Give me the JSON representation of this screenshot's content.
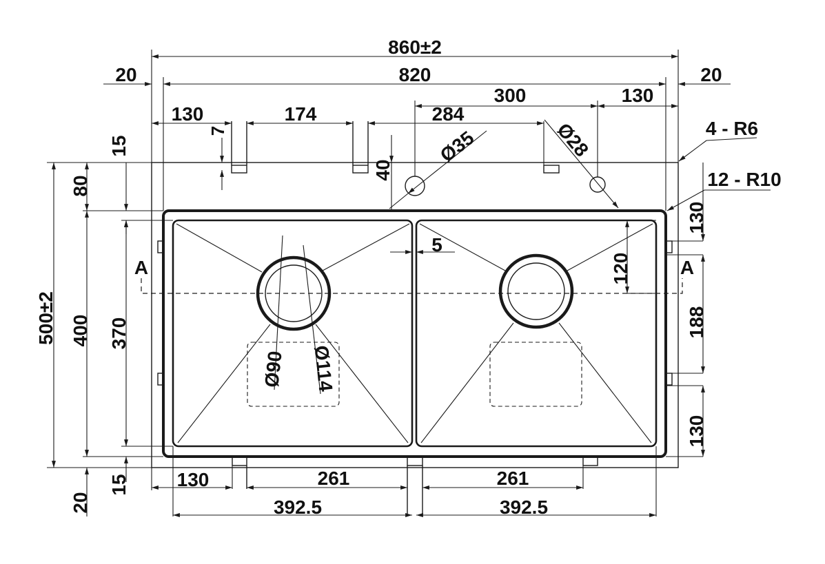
{
  "dimensions": {
    "overall_width": "860±2",
    "inner_width": "820",
    "side_left": "20",
    "side_right": "20",
    "top_300": "300",
    "top_130_right": "130",
    "top_130_left": "130",
    "top_174": "174",
    "top_284": "284",
    "top_7": "7",
    "tap_hole_35": "Ø35",
    "tap_hole_28": "Ø28",
    "offset_40": "40",
    "corner_r6": "4 - R6",
    "corner_r10": "12 - R10",
    "left_15_top": "15",
    "left_80": "80",
    "overall_height": "500±2",
    "height_400": "400",
    "height_370": "370",
    "left_20_bottom": "20",
    "left_15_bottom": "15",
    "divider_5": "5",
    "drain_offset_120": "120",
    "right_130_top": "130",
    "right_188": "188",
    "right_130_bottom": "130",
    "drain_90": "Ø90",
    "drain_114": "Ø114",
    "bottom_130": "130",
    "bottom_261_left": "261",
    "bottom_261_right": "261",
    "bowl_392_left": "392.5",
    "bowl_392_right": "392.5",
    "section_left": "A",
    "section_right": "A"
  }
}
